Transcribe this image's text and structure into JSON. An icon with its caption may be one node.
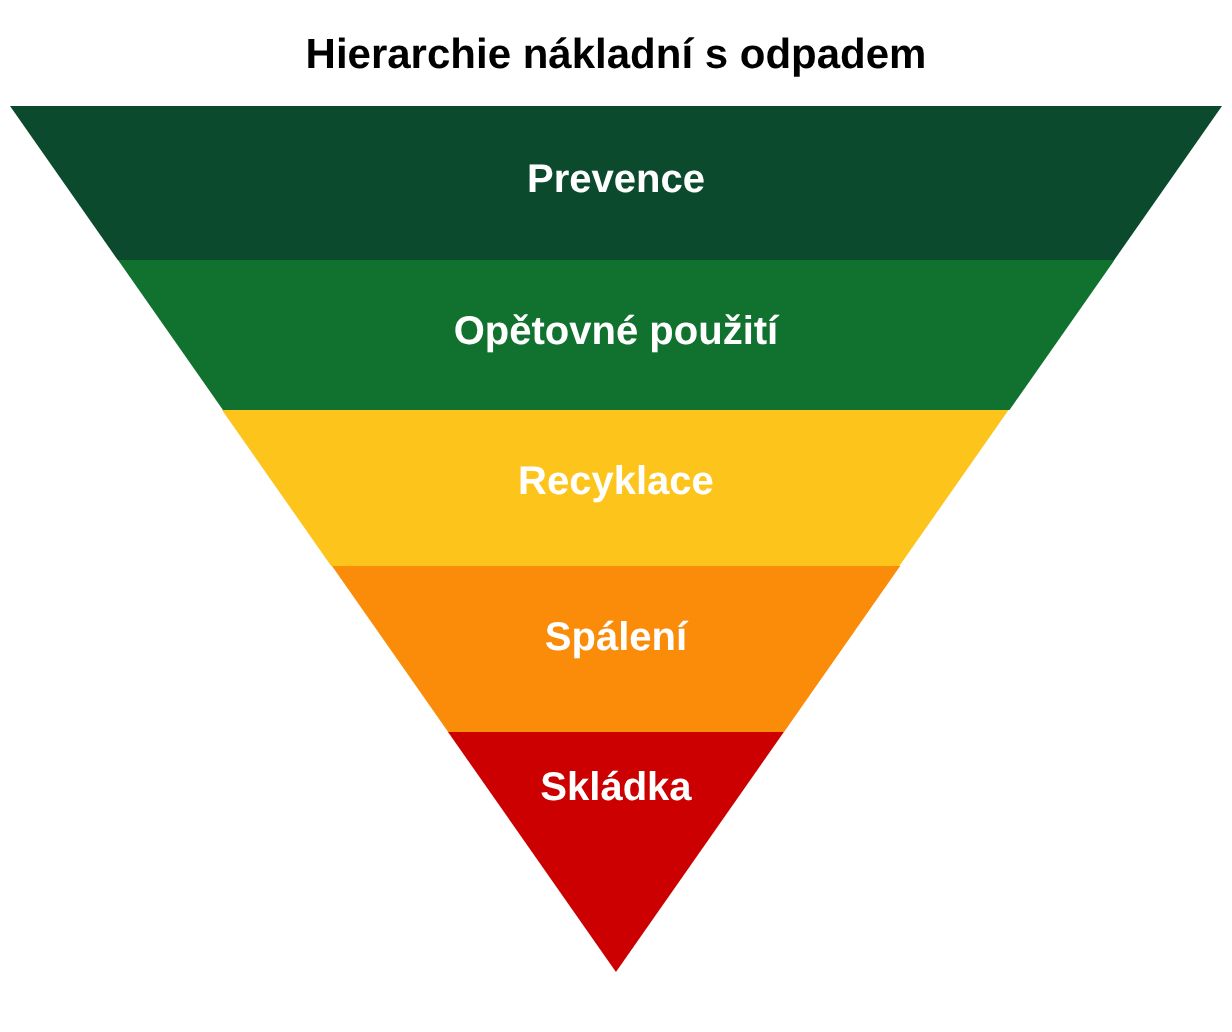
{
  "diagram": {
    "title": "Hierarchie nákladní s odpadem",
    "nodes": [
      {
        "text": [
          "Prevence"
        ]
      },
      {
        "text": [
          "Opětovné použití"
        ]
      },
      {
        "text": [
          "Recyklace"
        ]
      },
      {
        "text": [
          "Spálení"
        ]
      },
      {
        "text": [
          "Skládka"
        ]
      }
    ]
  }
}
